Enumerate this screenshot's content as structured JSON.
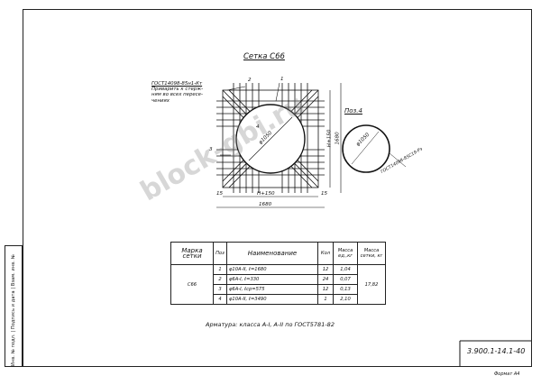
{
  "title": "Сетка С66",
  "side_stamp": "Инв. № подл. | Подпись и дата | Взам. инв. №",
  "note": {
    "line1": "ГОСТ14098-85н1-Кт",
    "line2": "Приварить к стерж-",
    "line3": "ням во всех пересе-",
    "line4": "чениях"
  },
  "callouts": {
    "c1": "1",
    "c2": "2",
    "c3": "3",
    "c4": "4"
  },
  "dimensions": {
    "diameter": "φ1050",
    "vertical_inner": "H+150",
    "vertical_outer": "1680",
    "horizontal_inner": "H+150",
    "horizontal_outer": "1680",
    "left_offset": "15",
    "right_offset": "15"
  },
  "pos4": {
    "label": "Поз.4",
    "diameter": "φ1050",
    "gost": "ГОСТ14098-85С19-Рз"
  },
  "table": {
    "headers": {
      "mark": "Марка сетки",
      "pos": "Поз",
      "name": "Наименование",
      "qty": "Кол",
      "mass_item": "Масса ед.,кг",
      "mass_mesh": "Масса сетки, кг"
    },
    "mark": "С66",
    "mass_total": "17,82",
    "rows": [
      {
        "pos": "1",
        "name": "φ10А-II, ℓ=1680",
        "qty": "12",
        "mass": "1,04"
      },
      {
        "pos": "2",
        "name": "φ6А-I, ℓ=330",
        "qty": "24",
        "mass": "0,07"
      },
      {
        "pos": "3",
        "name": "φ6А-I, ℓср=575",
        "qty": "12",
        "mass": "0,13"
      },
      {
        "pos": "4",
        "name": "φ10А-II, ℓ=3490",
        "qty": "1",
        "mass": "2,10"
      }
    ]
  },
  "armature_note": "Арматура: класса А-I, А-II по ГОСТ5781-82",
  "doc_code": "3.900.1-14.1-40",
  "format_label": "Формат А4",
  "watermark": "block-gbi.ru"
}
